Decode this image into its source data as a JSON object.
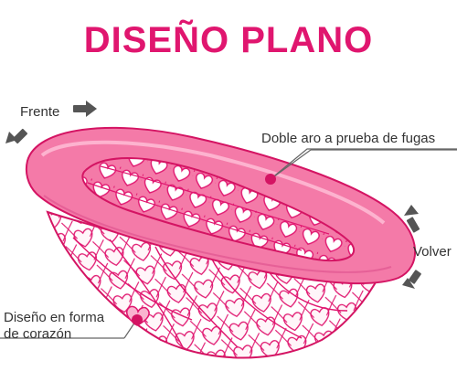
{
  "title": "DISEÑO PLANO",
  "labels": {
    "front": "Frente",
    "double_rim": "Doble aro a prueba de fugas",
    "back": "Volver",
    "heart_line1": "Diseño en forma",
    "heart_line2": "de corazón"
  },
  "colors": {
    "title": "#e0166f",
    "rim_fill": "#f47aa8",
    "rim_outline": "#d41463",
    "mesh": "#e0166f",
    "arrow": "#555555",
    "text": "#333333"
  },
  "icons": [
    "arrow-right-icon",
    "arrow-down-left-icon",
    "arrow-up-left-icon",
    "arrow-down-left-icon"
  ]
}
